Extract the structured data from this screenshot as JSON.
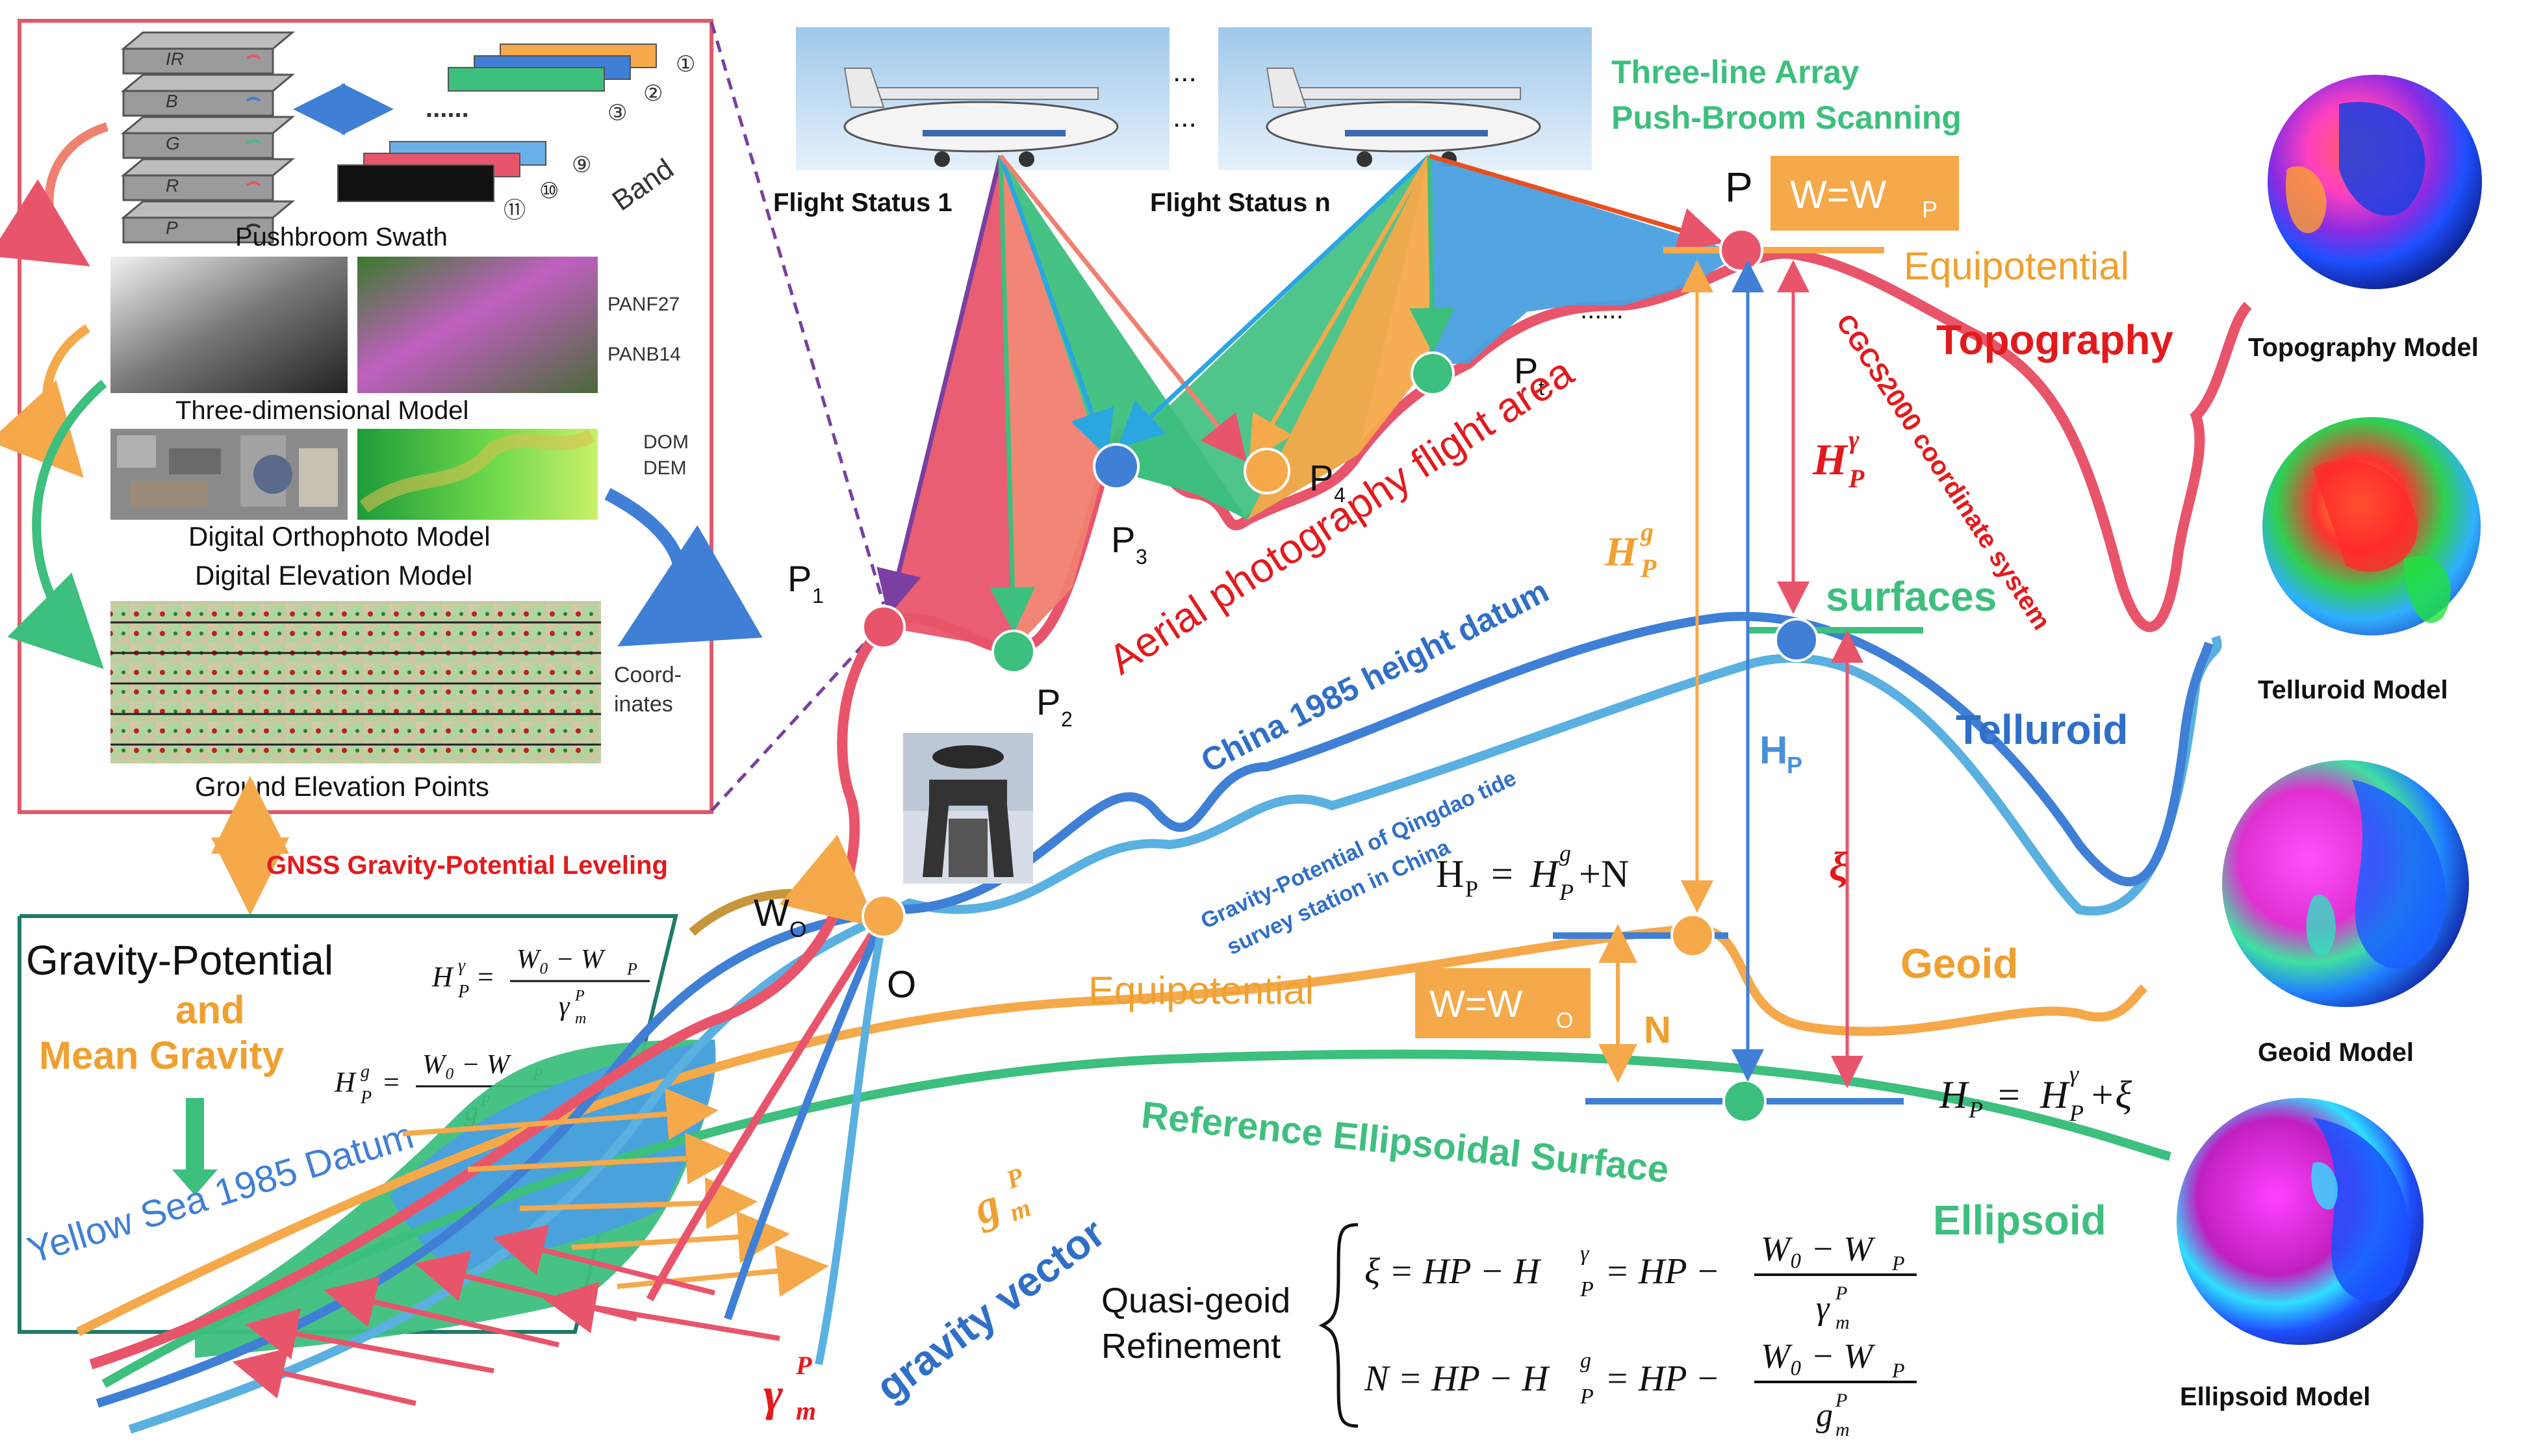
{
  "colors": {
    "topography": "#e8556b",
    "telluroid": "#3f7fd6",
    "telluroid_light": "#5ab0e0",
    "geoid": "#f5a94a",
    "ellipsoid": "#3dbf7e",
    "red_text": "#e31a1c",
    "blue_text": "#2f6fc7",
    "orange_text": "#f0a030",
    "green_text": "#3fbf7f",
    "box_border": "#e05a6a",
    "teal_border": "#1f7a6a"
  },
  "inset": {
    "band_labels": [
      "IR",
      "B",
      "G",
      "R",
      "P"
    ],
    "band_numbers": [
      "①",
      "②",
      "③",
      "⑨",
      "⑩",
      "⑪"
    ],
    "dots": "......",
    "band_word": "Band",
    "pushbroom_swath": "Pushbroom Swath",
    "panf": "PANF27",
    "panb": "PANB14",
    "three_d_model": "Three-dimensional Model",
    "dom": "DOM",
    "dem": "DEM",
    "dom_title": "Digital Orthophoto Model",
    "dem_title": "Digital Elevation Model",
    "coord_1": "Coord-",
    "coord_2": "inates",
    "ground_points": "Ground Elevation Points"
  },
  "gnss_leveling": "GNSS Gravity-Potential Leveling",
  "gp_box": {
    "title": "Gravity-Potential",
    "and": "and",
    "mean_gravity": "Mean Gravity",
    "datum": "Yellow Sea 1985 Datum",
    "formula_gamma_lhs": "H",
    "formula_num": "W₀ − W",
    "formula_gamma_den": "γ",
    "formula_g_den": "g"
  },
  "flight": {
    "status1": "Flight Status 1",
    "status_n": "Flight Status n",
    "ellipsis": "...",
    "push_broom_1": "Three-line Array",
    "push_broom_2": "Push-Broom Scanning"
  },
  "points": {
    "P": "P",
    "P1": "P",
    "P1_sub": "1",
    "P2": "P",
    "P2_sub": "2",
    "P3": "P",
    "P3_sub": "3",
    "P4": "P",
    "P4_sub": "4",
    "Pt": "P",
    "Pt_sub": "t",
    "O": "O",
    "WO": "W",
    "WO_sub": "O"
  },
  "boxes": {
    "w_wp": "W=W",
    "w_wp_sub": "P",
    "w_wo": "W=W",
    "w_wo_sub": "O"
  },
  "labels": {
    "equipotential_top": "Equipotential",
    "equipotential_mid": "Equipotential",
    "topography": "Topography",
    "cgcs2000": "CGCS2000 coordinate system",
    "aerial_area": "Aerial photography flight area",
    "china1985": "China 1985 height datum",
    "surfaces": "surfaces",
    "telluroid": "Telluroid",
    "geoid": "Geoid",
    "ellipsoid": "Ellipsoid",
    "ref_ellipsoid": "Reference Ellipsoidal Surface",
    "qingdao_1": "Gravity-Potential of Qingdao tide",
    "qingdao_2": "survey station in China",
    "gravity_vector": "gravity vector",
    "hp": "H",
    "hp_sub": "P",
    "xi": "ξ",
    "n": "N",
    "dots": "......",
    "hp_gamma": "H",
    "hp_gamma_sup": "γ",
    "hp_gamma_sub": "P",
    "hp_g": "H",
    "hp_g_sup": "g",
    "hp_g_sub": "P",
    "gm": "g",
    "gm_sup": "P",
    "gm_sub": "m",
    "gamma_m": "γ",
    "gamma_m_sup": "P",
    "gamma_m_sub": "m"
  },
  "equations": {
    "hp_eq_1": "H",
    "hp_eq_plus_n": "+N",
    "hp_eq_plus_xi": "+ξ",
    "quasi_1": "Quasi-geoid",
    "quasi_2": "Refinement",
    "xi_lhs": "ξ = HP − H",
    "n_lhs": "N = HP − H",
    "eq_mid": "= HP −",
    "num": "W₀ − W"
  },
  "models": {
    "topography": "Topography Model",
    "telluroid": "Telluroid Model",
    "geoid": "Geoid Model",
    "ellipsoid": "Ellipsoid Model"
  }
}
